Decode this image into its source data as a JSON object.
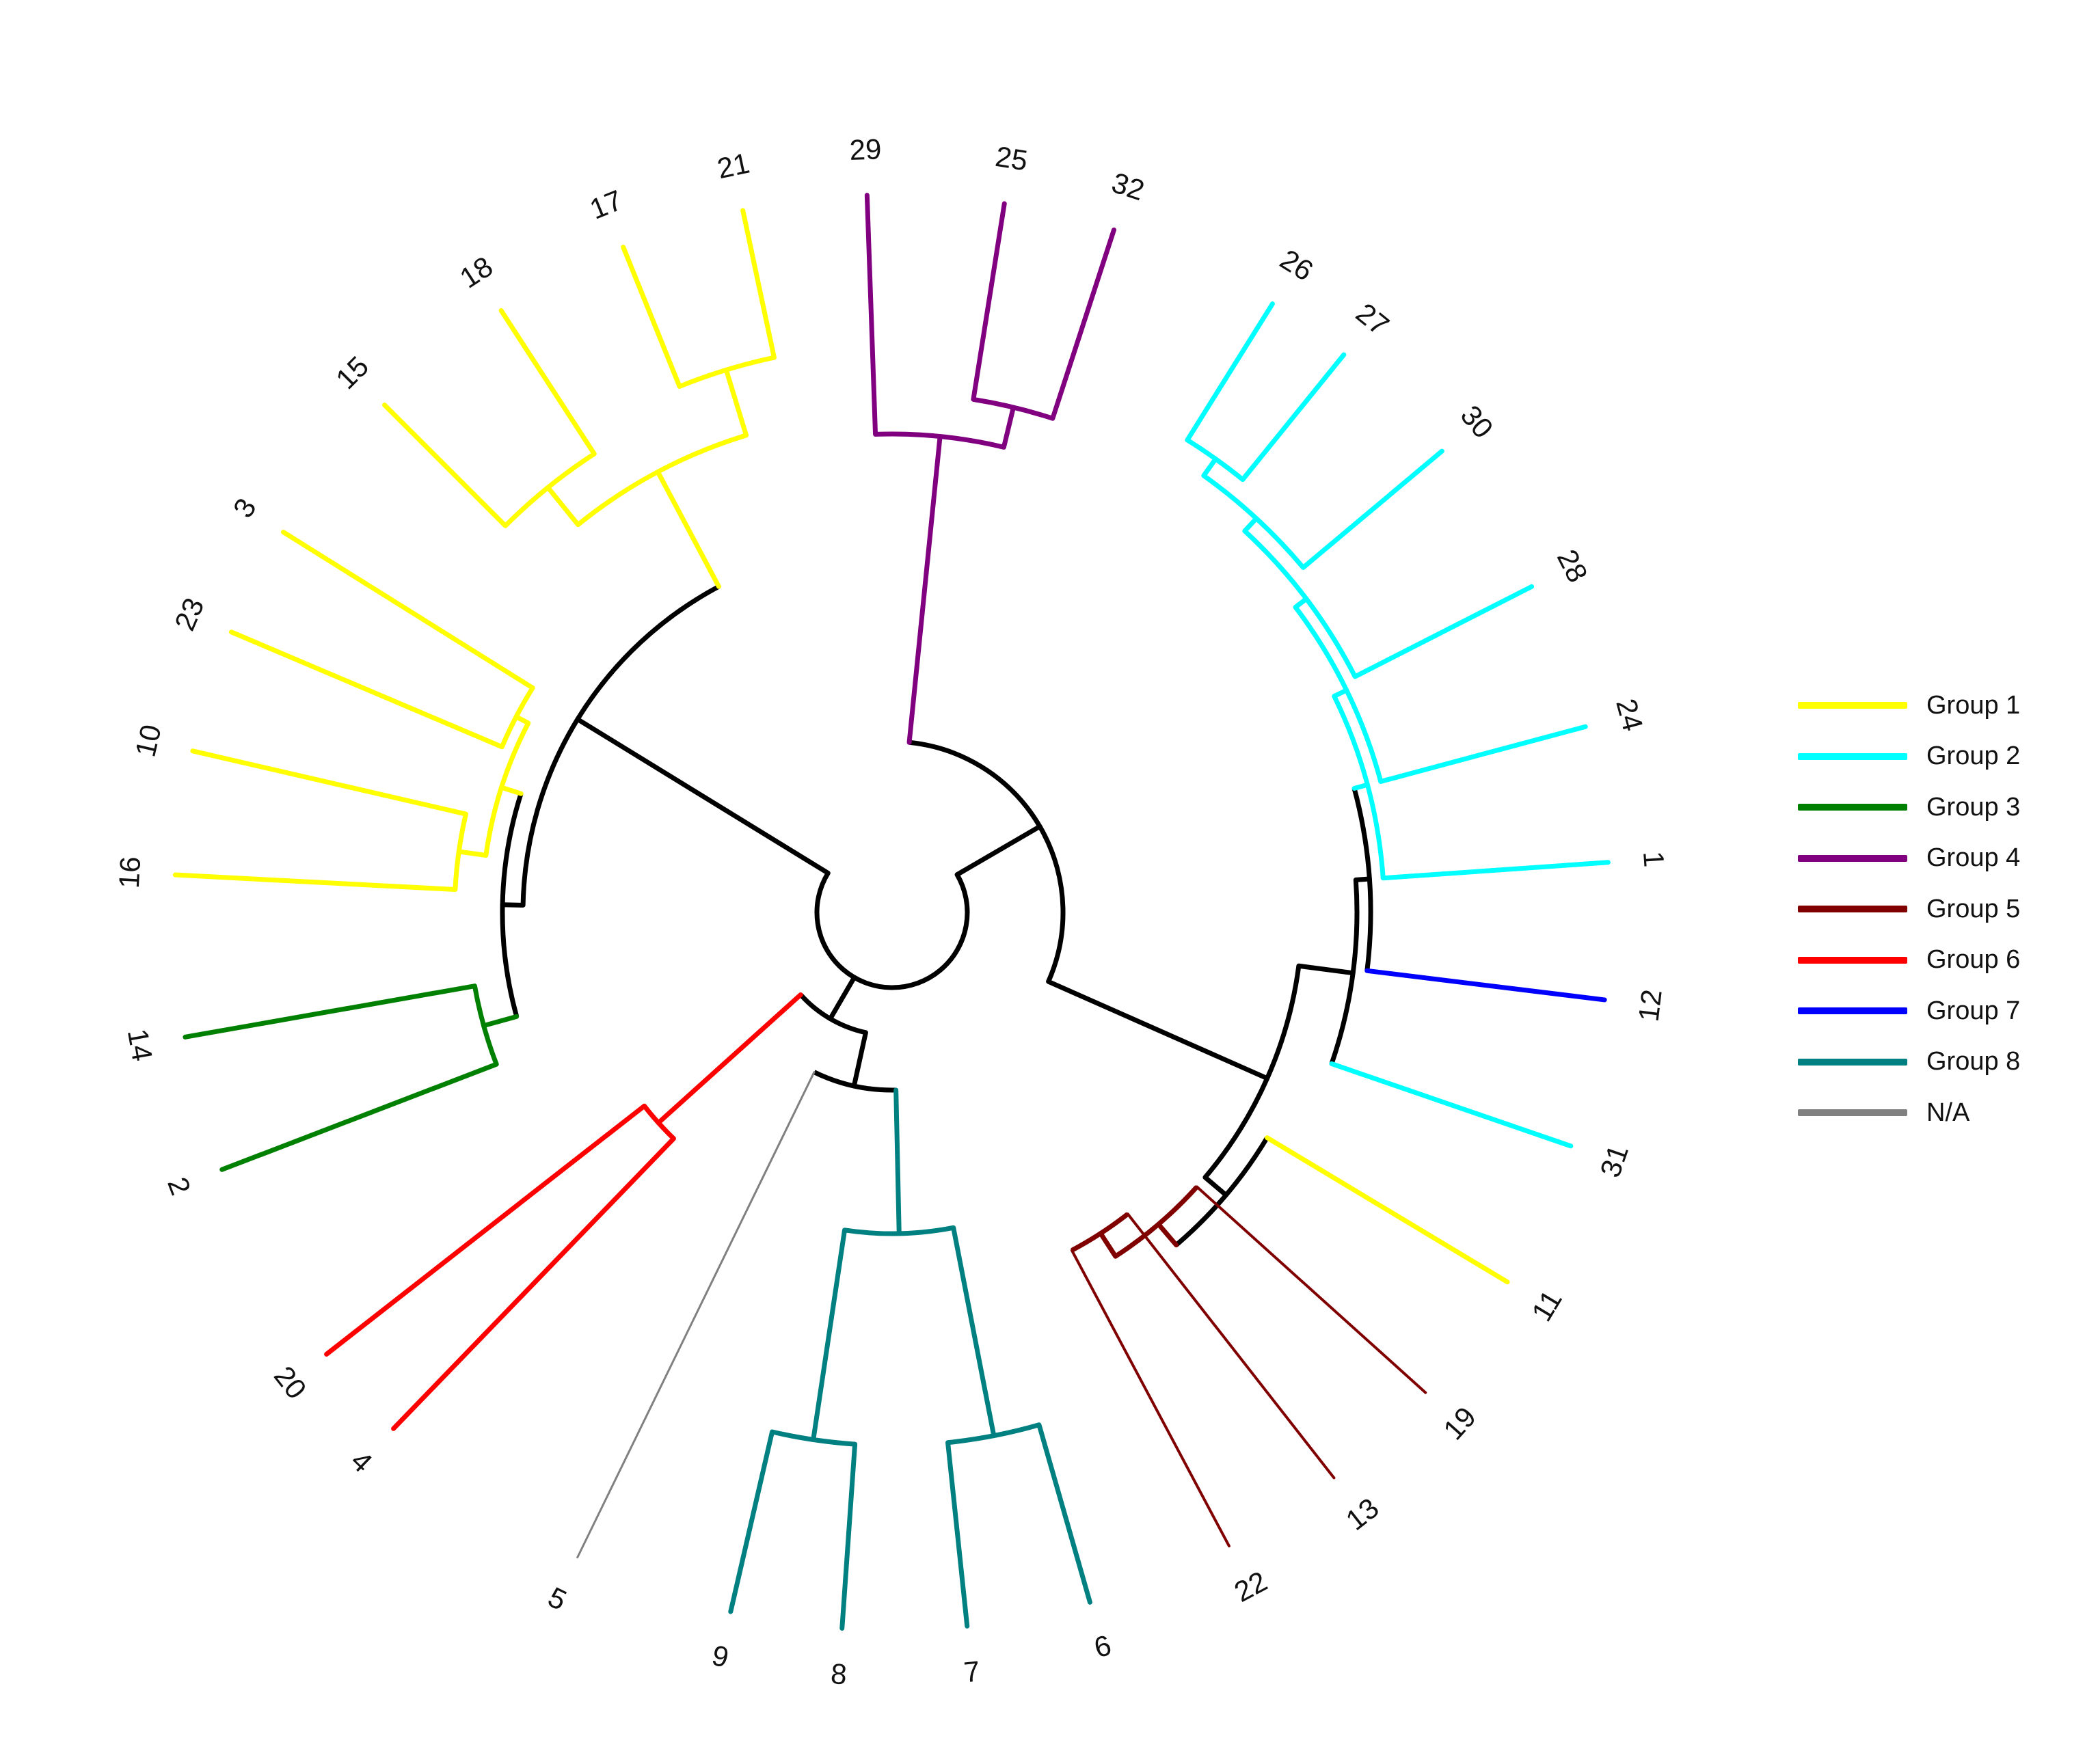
{
  "colors": {
    "backbone": "#000000",
    "group1": "#ffff00",
    "group2": "#00ffff",
    "group3": "#008000",
    "group4": "#800080",
    "group5": "#800000",
    "group6": "#ff0000",
    "group7": "#0000ff",
    "group8": "#008080",
    "na": "#808080"
  },
  "legend": [
    {
      "label": "Group 1",
      "color": "#ffff00"
    },
    {
      "label": "Group 2",
      "color": "#00ffff"
    },
    {
      "label": "Group 3",
      "color": "#008000"
    },
    {
      "label": "Group 4",
      "color": "#800080"
    },
    {
      "label": "Group 5",
      "color": "#800000"
    },
    {
      "label": "Group 6",
      "color": "#ff0000"
    },
    {
      "label": "Group 7",
      "color": "#0000ff"
    },
    {
      "label": "Group 8",
      "color": "#008080"
    },
    {
      "label": "N/A",
      "color": "#808080"
    }
  ],
  "tips": [
    {
      "label": "29",
      "group": "Group 4"
    },
    {
      "label": "25",
      "group": "Group 4"
    },
    {
      "label": "32",
      "group": "Group 4"
    },
    {
      "label": "26",
      "group": "Group 2"
    },
    {
      "label": "27",
      "group": "Group 2"
    },
    {
      "label": "30",
      "group": "Group 2"
    },
    {
      "label": "28",
      "group": "Group 2"
    },
    {
      "label": "24",
      "group": "Group 2"
    },
    {
      "label": "1",
      "group": "Group 2"
    },
    {
      "label": "12",
      "group": "Group 7"
    },
    {
      "label": "31",
      "group": "Group 2"
    },
    {
      "label": "11",
      "group": "Group 1"
    },
    {
      "label": "19",
      "group": "Group 5"
    },
    {
      "label": "13",
      "group": "Group 5"
    },
    {
      "label": "22",
      "group": "Group 5"
    },
    {
      "label": "6",
      "group": "Group 8"
    },
    {
      "label": "7",
      "group": "Group 8"
    },
    {
      "label": "8",
      "group": "Group 8"
    },
    {
      "label": "9",
      "group": "Group 8"
    },
    {
      "label": "5",
      "group": "N/A"
    },
    {
      "label": "4",
      "group": "Group 6"
    },
    {
      "label": "20",
      "group": "Group 6"
    },
    {
      "label": "2",
      "group": "Group 3"
    },
    {
      "label": "14",
      "group": "Group 3"
    },
    {
      "label": "16",
      "group": "Group 1"
    },
    {
      "label": "10",
      "group": "Group 1"
    },
    {
      "label": "23",
      "group": "Group 1"
    },
    {
      "label": "3",
      "group": "Group 1"
    },
    {
      "label": "15",
      "group": "Group 1"
    },
    {
      "label": "18",
      "group": "Group 1"
    },
    {
      "label": "17",
      "group": "Group 1"
    },
    {
      "label": "21",
      "group": "Group 1"
    }
  ]
}
